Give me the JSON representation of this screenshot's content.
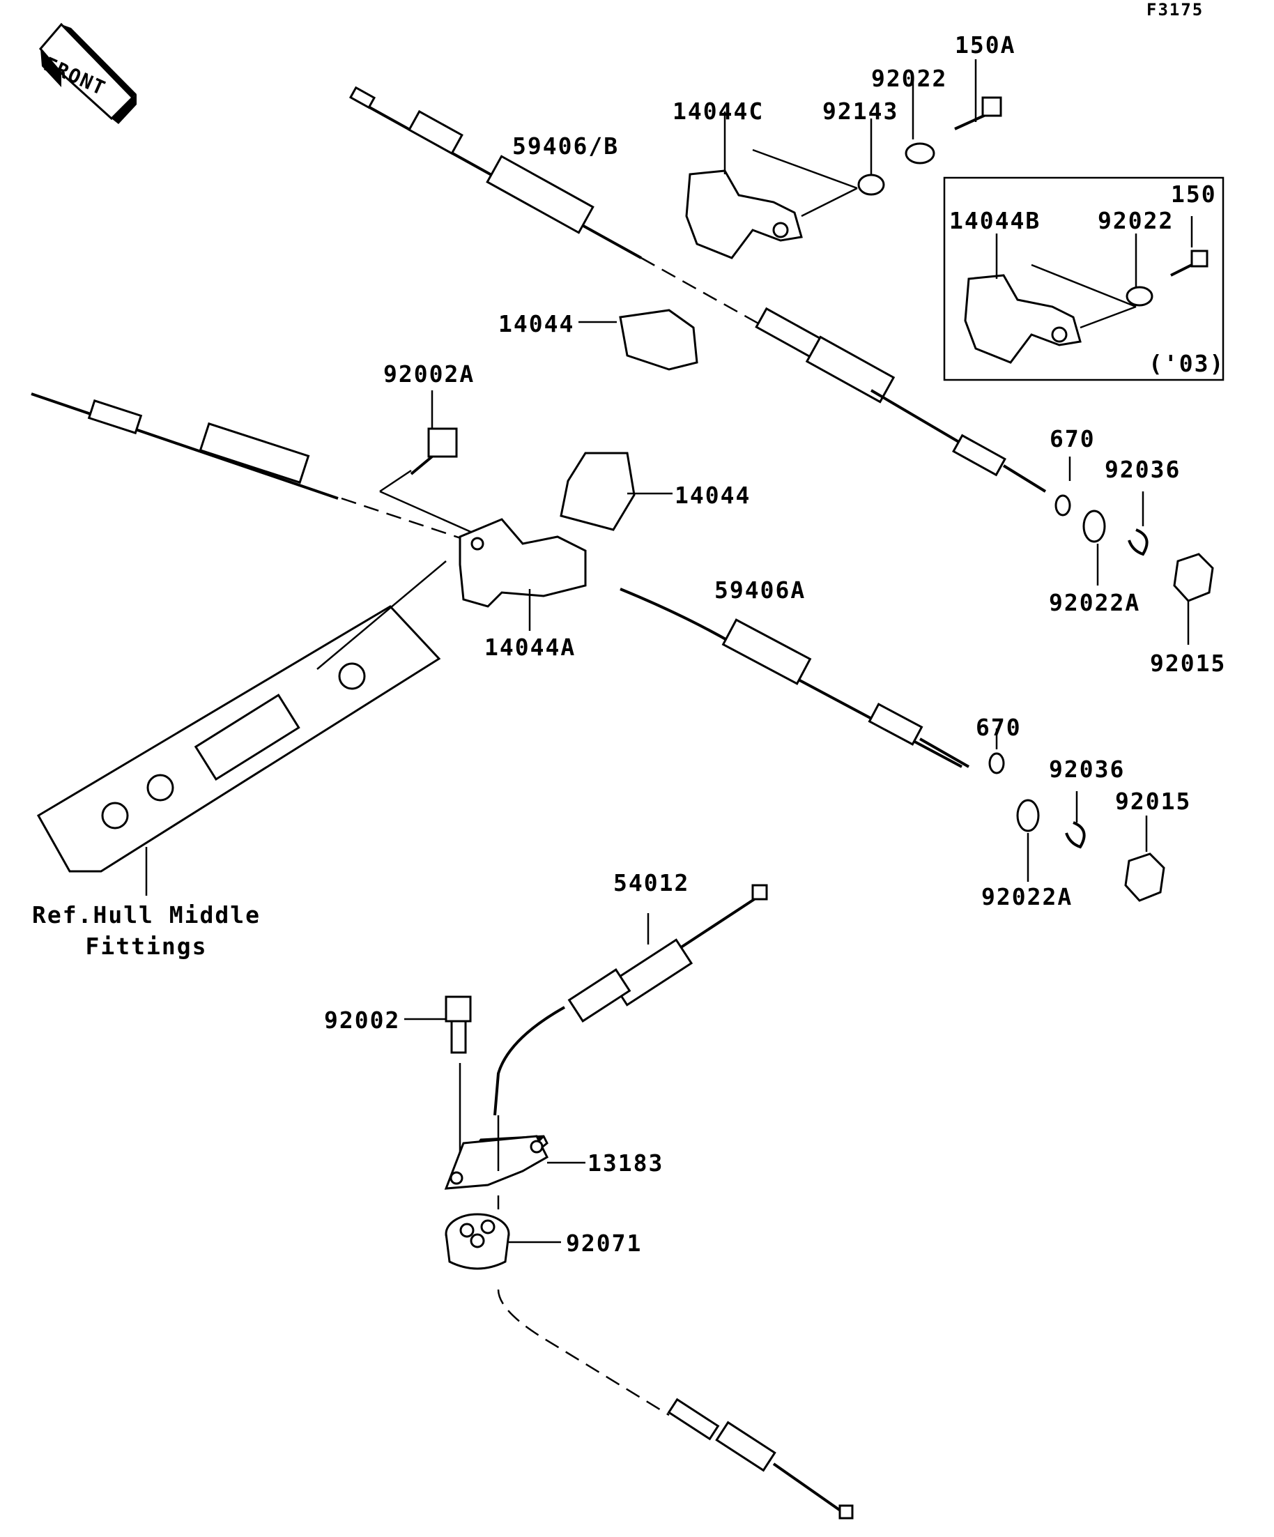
{
  "figure_code": "F3175",
  "front_arrow_label": "FRONT",
  "inset_label": "('03)",
  "reference_label": [
    "Ref.Hull Middle",
    "Fittings"
  ],
  "part_labels": {
    "p150A": "150A",
    "p92022_top": "92022",
    "p14044C": "14044C",
    "p92143": "92143",
    "p59406B": "59406/B",
    "p150": "150",
    "p14044B": "14044B",
    "p92022_inset": "92022",
    "p14044_upper": "14044",
    "p92002A": "92002A",
    "p14044_lower": "14044",
    "p670_upper": "670",
    "p92036_upper": "92036",
    "p92022A_upper": "92022A",
    "p92015_upper": "92015",
    "p59406A": "59406A",
    "p14044A": "14044A",
    "p670_lower": "670",
    "p92036_lower": "92036",
    "p92015_lower": "92015",
    "p92022A_lower": "92022A",
    "p54012": "54012",
    "p92002": "92002",
    "p13183": "13183",
    "p92071": "92071"
  }
}
